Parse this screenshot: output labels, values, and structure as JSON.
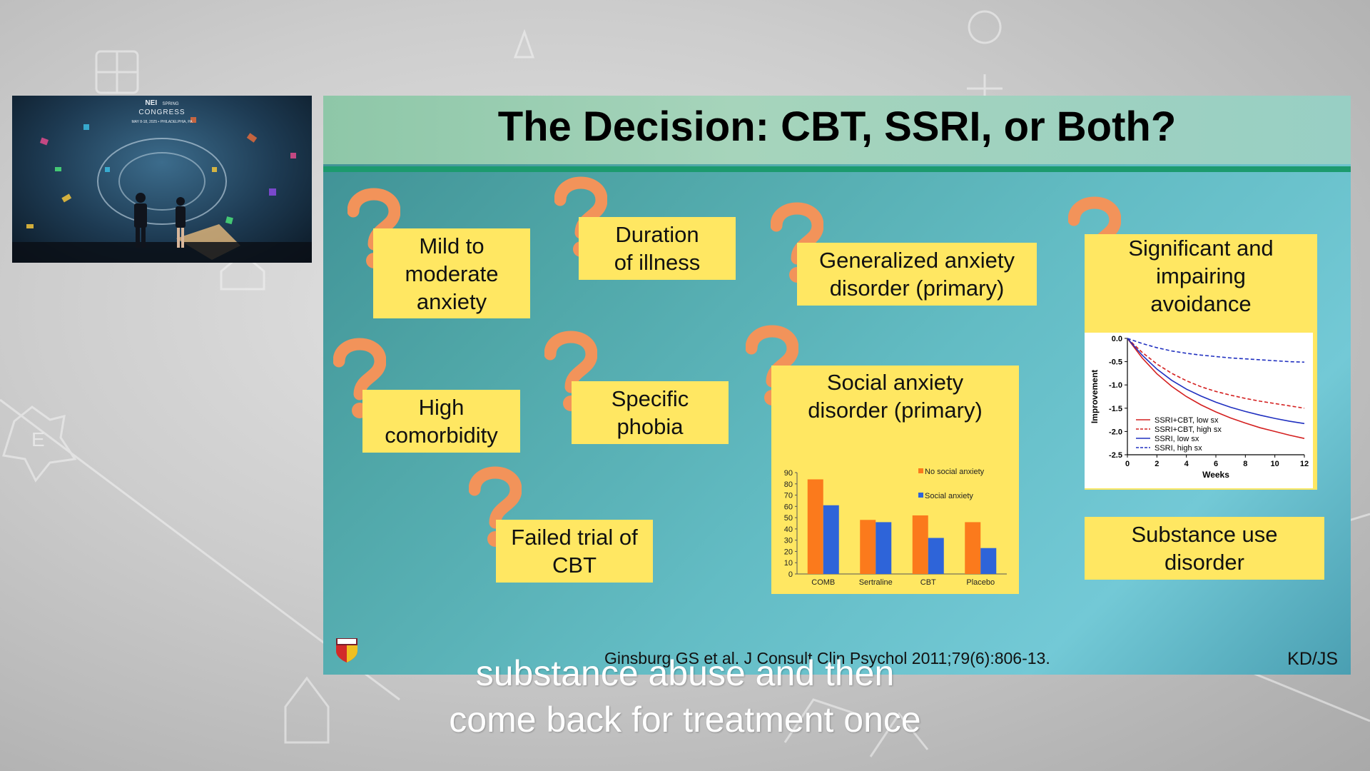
{
  "slide": {
    "title": "The Decision: CBT, SSRI, or Both?",
    "cards": {
      "mild": "Mild to\nmoderate\nanxiety",
      "duration": "Duration\nof illness",
      "gad": "Generalized anxiety\ndisorder (primary)",
      "avoidance": "Significant and\nimpairing\navoidance",
      "comorbidity": "High\ncomorbidity",
      "phobia": "Specific\nphobia",
      "social": "Social anxiety\ndisorder (primary)",
      "failed_cbt": "Failed trial of\nCBT",
      "substance": "Substance use\ndisorder"
    },
    "citation": "Ginsburg GS et al. J Consult Clin Psychol 2011;79(6):806-13.",
    "initials": "KD/JS"
  },
  "caption": {
    "line1": "substance abuse and then",
    "line2": "come back for treatment once"
  },
  "video_overlay": {
    "brand": "NEI",
    "brand_sub": "SPRING",
    "event": "CONGRESS",
    "details": "MAY 8-18, 2025 • PHILADELPHIA, PA"
  },
  "colors": {
    "card_yellow": "#ffe762",
    "qmark_orange": "#f2935a",
    "header_rule": "#1c9a6e",
    "series_orange": "#fb7a1c",
    "series_blue": "#2e64d9"
  },
  "chart_data": [
    {
      "type": "bar",
      "categories": [
        "COMB",
        "Sertraline",
        "CBT",
        "Placebo"
      ],
      "series": [
        {
          "name": "No social anxiety",
          "color": "#fb7a1c",
          "values": [
            84,
            48,
            52,
            46
          ]
        },
        {
          "name": "Social anxiety",
          "color": "#2e64d9",
          "values": [
            61,
            46,
            32,
            23
          ]
        }
      ],
      "yticks": [
        "0",
        "10",
        "20",
        "30",
        "40",
        "50",
        "60",
        "70",
        "80",
        "90"
      ],
      "ylim": [
        0,
        90
      ],
      "legend": "top-right"
    },
    {
      "type": "line",
      "xlabel": "Weeks",
      "ylabel": "Improvement",
      "xticks": [
        "0",
        "2",
        "4",
        "6",
        "8",
        "10",
        "12"
      ],
      "yticks": [
        "0.0",
        "-0.5",
        "-1.0",
        "-1.5",
        "-2.0",
        "-2.5"
      ],
      "xlim": [
        0,
        12
      ],
      "ylim": [
        -2.5,
        0
      ],
      "legend": "bottom-left",
      "series": [
        {
          "name": "SSRI+CBT, low sx",
          "color": "#d42020",
          "dash": false,
          "x": [
            0,
            1,
            2,
            3,
            4,
            5,
            6,
            7,
            8,
            9,
            10,
            11,
            12
          ],
          "y": [
            0,
            -0.42,
            -0.76,
            -1.03,
            -1.25,
            -1.43,
            -1.58,
            -1.71,
            -1.82,
            -1.92,
            -2.0,
            -2.08,
            -2.15
          ]
        },
        {
          "name": "SSRI+CBT, high sx",
          "color": "#d42020",
          "dash": true,
          "x": [
            0,
            1,
            2,
            3,
            4,
            5,
            6,
            7,
            8,
            9,
            10,
            11,
            12
          ],
          "y": [
            0,
            -0.3,
            -0.55,
            -0.75,
            -0.91,
            -1.04,
            -1.14,
            -1.22,
            -1.29,
            -1.35,
            -1.4,
            -1.45,
            -1.5
          ]
        },
        {
          "name": "SSRI, low sx",
          "color": "#2030c0",
          "dash": false,
          "x": [
            0,
            1,
            2,
            3,
            4,
            5,
            6,
            7,
            8,
            9,
            10,
            11,
            12
          ],
          "y": [
            0,
            -0.36,
            -0.66,
            -0.9,
            -1.09,
            -1.24,
            -1.37,
            -1.48,
            -1.57,
            -1.65,
            -1.72,
            -1.78,
            -1.83
          ]
        },
        {
          "name": "SSRI, high sx",
          "color": "#2030c0",
          "dash": true,
          "x": [
            0,
            1,
            2,
            3,
            4,
            5,
            6,
            7,
            8,
            9,
            10,
            11,
            12
          ],
          "y": [
            0,
            -0.11,
            -0.2,
            -0.27,
            -0.32,
            -0.36,
            -0.39,
            -0.42,
            -0.44,
            -0.46,
            -0.48,
            -0.5,
            -0.51
          ]
        }
      ]
    }
  ]
}
